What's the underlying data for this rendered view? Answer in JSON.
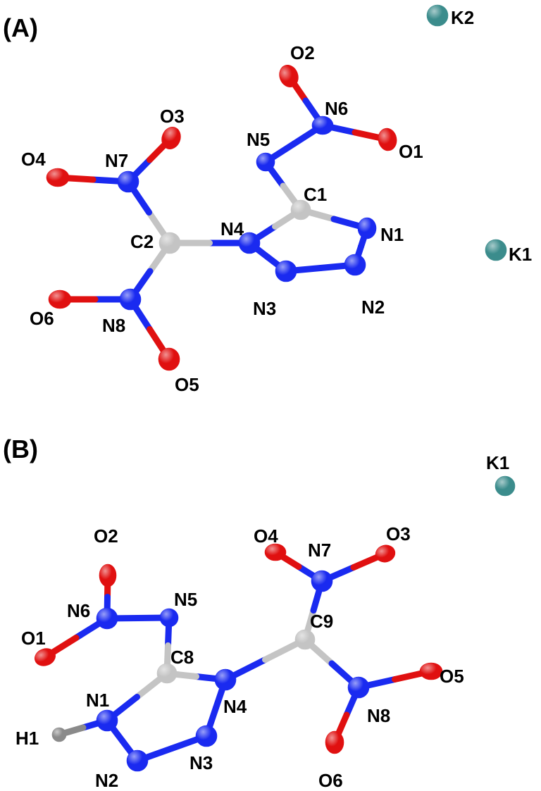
{
  "colors": {
    "nitrogen": "#1a2af0",
    "oxygen": "#e01010",
    "carbon": "#c4c4c4",
    "potassium": "#3b8c8c",
    "hydrogen": "#8a8a8a"
  },
  "panels": [
    {
      "label": "(A)",
      "atoms": [
        {
          "id": "K2",
          "label": "K2",
          "el": "potassium"
        },
        {
          "id": "O2",
          "label": "O2",
          "el": "oxygen"
        },
        {
          "id": "N6",
          "label": "N6",
          "el": "nitrogen"
        },
        {
          "id": "O1",
          "label": "O1",
          "el": "oxygen"
        },
        {
          "id": "N5",
          "label": "N5",
          "el": "nitrogen"
        },
        {
          "id": "O3",
          "label": "O3",
          "el": "oxygen"
        },
        {
          "id": "N7",
          "label": "N7",
          "el": "nitrogen"
        },
        {
          "id": "O4",
          "label": "O4",
          "el": "oxygen"
        },
        {
          "id": "C1",
          "label": "C1",
          "el": "carbon"
        },
        {
          "id": "N4",
          "label": "N4",
          "el": "nitrogen"
        },
        {
          "id": "C2",
          "label": "C2",
          "el": "carbon"
        },
        {
          "id": "N1",
          "label": "N1",
          "el": "nitrogen"
        },
        {
          "id": "K1",
          "label": "K1",
          "el": "potassium"
        },
        {
          "id": "N3",
          "label": "N3",
          "el": "nitrogen"
        },
        {
          "id": "N2",
          "label": "N2",
          "el": "nitrogen"
        },
        {
          "id": "O6",
          "label": "O6",
          "el": "oxygen"
        },
        {
          "id": "N8",
          "label": "N8",
          "el": "nitrogen"
        },
        {
          "id": "O5",
          "label": "O5",
          "el": "oxygen"
        }
      ],
      "bonds": [
        [
          "O2",
          "N6"
        ],
        [
          "N6",
          "O1"
        ],
        [
          "N6",
          "N5"
        ],
        [
          "N5",
          "C1"
        ],
        [
          "C1",
          "N1"
        ],
        [
          "N1",
          "N2"
        ],
        [
          "N2",
          "N3"
        ],
        [
          "N3",
          "N4"
        ],
        [
          "N4",
          "C1"
        ],
        [
          "N4",
          "C2"
        ],
        [
          "C2",
          "N7"
        ],
        [
          "N7",
          "O3"
        ],
        [
          "N7",
          "O4"
        ],
        [
          "C2",
          "N8"
        ],
        [
          "N8",
          "O6"
        ],
        [
          "N8",
          "O5"
        ]
      ]
    },
    {
      "label": "(B)",
      "atoms": [
        {
          "id": "K1",
          "label": "K1",
          "el": "potassium"
        },
        {
          "id": "O4",
          "label": "O4",
          "el": "oxygen"
        },
        {
          "id": "O3",
          "label": "O3",
          "el": "oxygen"
        },
        {
          "id": "N7",
          "label": "N7",
          "el": "nitrogen"
        },
        {
          "id": "O2",
          "label": "O2",
          "el": "oxygen"
        },
        {
          "id": "N6",
          "label": "N6",
          "el": "nitrogen"
        },
        {
          "id": "N5",
          "label": "N5",
          "el": "nitrogen"
        },
        {
          "id": "O1",
          "label": "O1",
          "el": "oxygen"
        },
        {
          "id": "C8",
          "label": "C8",
          "el": "carbon"
        },
        {
          "id": "C9",
          "label": "C9",
          "el": "carbon"
        },
        {
          "id": "O5",
          "label": "O5",
          "el": "oxygen"
        },
        {
          "id": "N1",
          "label": "N1",
          "el": "nitrogen"
        },
        {
          "id": "N4",
          "label": "N4",
          "el": "nitrogen"
        },
        {
          "id": "N8",
          "label": "N8",
          "el": "nitrogen"
        },
        {
          "id": "H1",
          "label": "H1",
          "el": "hydrogen"
        },
        {
          "id": "N3",
          "label": "N3",
          "el": "nitrogen"
        },
        {
          "id": "N2",
          "label": "N2",
          "el": "nitrogen"
        },
        {
          "id": "O6",
          "label": "O6",
          "el": "oxygen"
        }
      ],
      "bonds": [
        [
          "O2",
          "N6"
        ],
        [
          "N6",
          "O1"
        ],
        [
          "N6",
          "N5"
        ],
        [
          "N5",
          "C8"
        ],
        [
          "C8",
          "N1"
        ],
        [
          "N1",
          "H1"
        ],
        [
          "N1",
          "N2"
        ],
        [
          "N2",
          "N3"
        ],
        [
          "N3",
          "N4"
        ],
        [
          "N4",
          "C8"
        ],
        [
          "N4",
          "C9"
        ],
        [
          "C9",
          "N7"
        ],
        [
          "N7",
          "O4"
        ],
        [
          "N7",
          "O3"
        ],
        [
          "C9",
          "N8"
        ],
        [
          "N8",
          "O5"
        ],
        [
          "N8",
          "O6"
        ]
      ]
    }
  ]
}
